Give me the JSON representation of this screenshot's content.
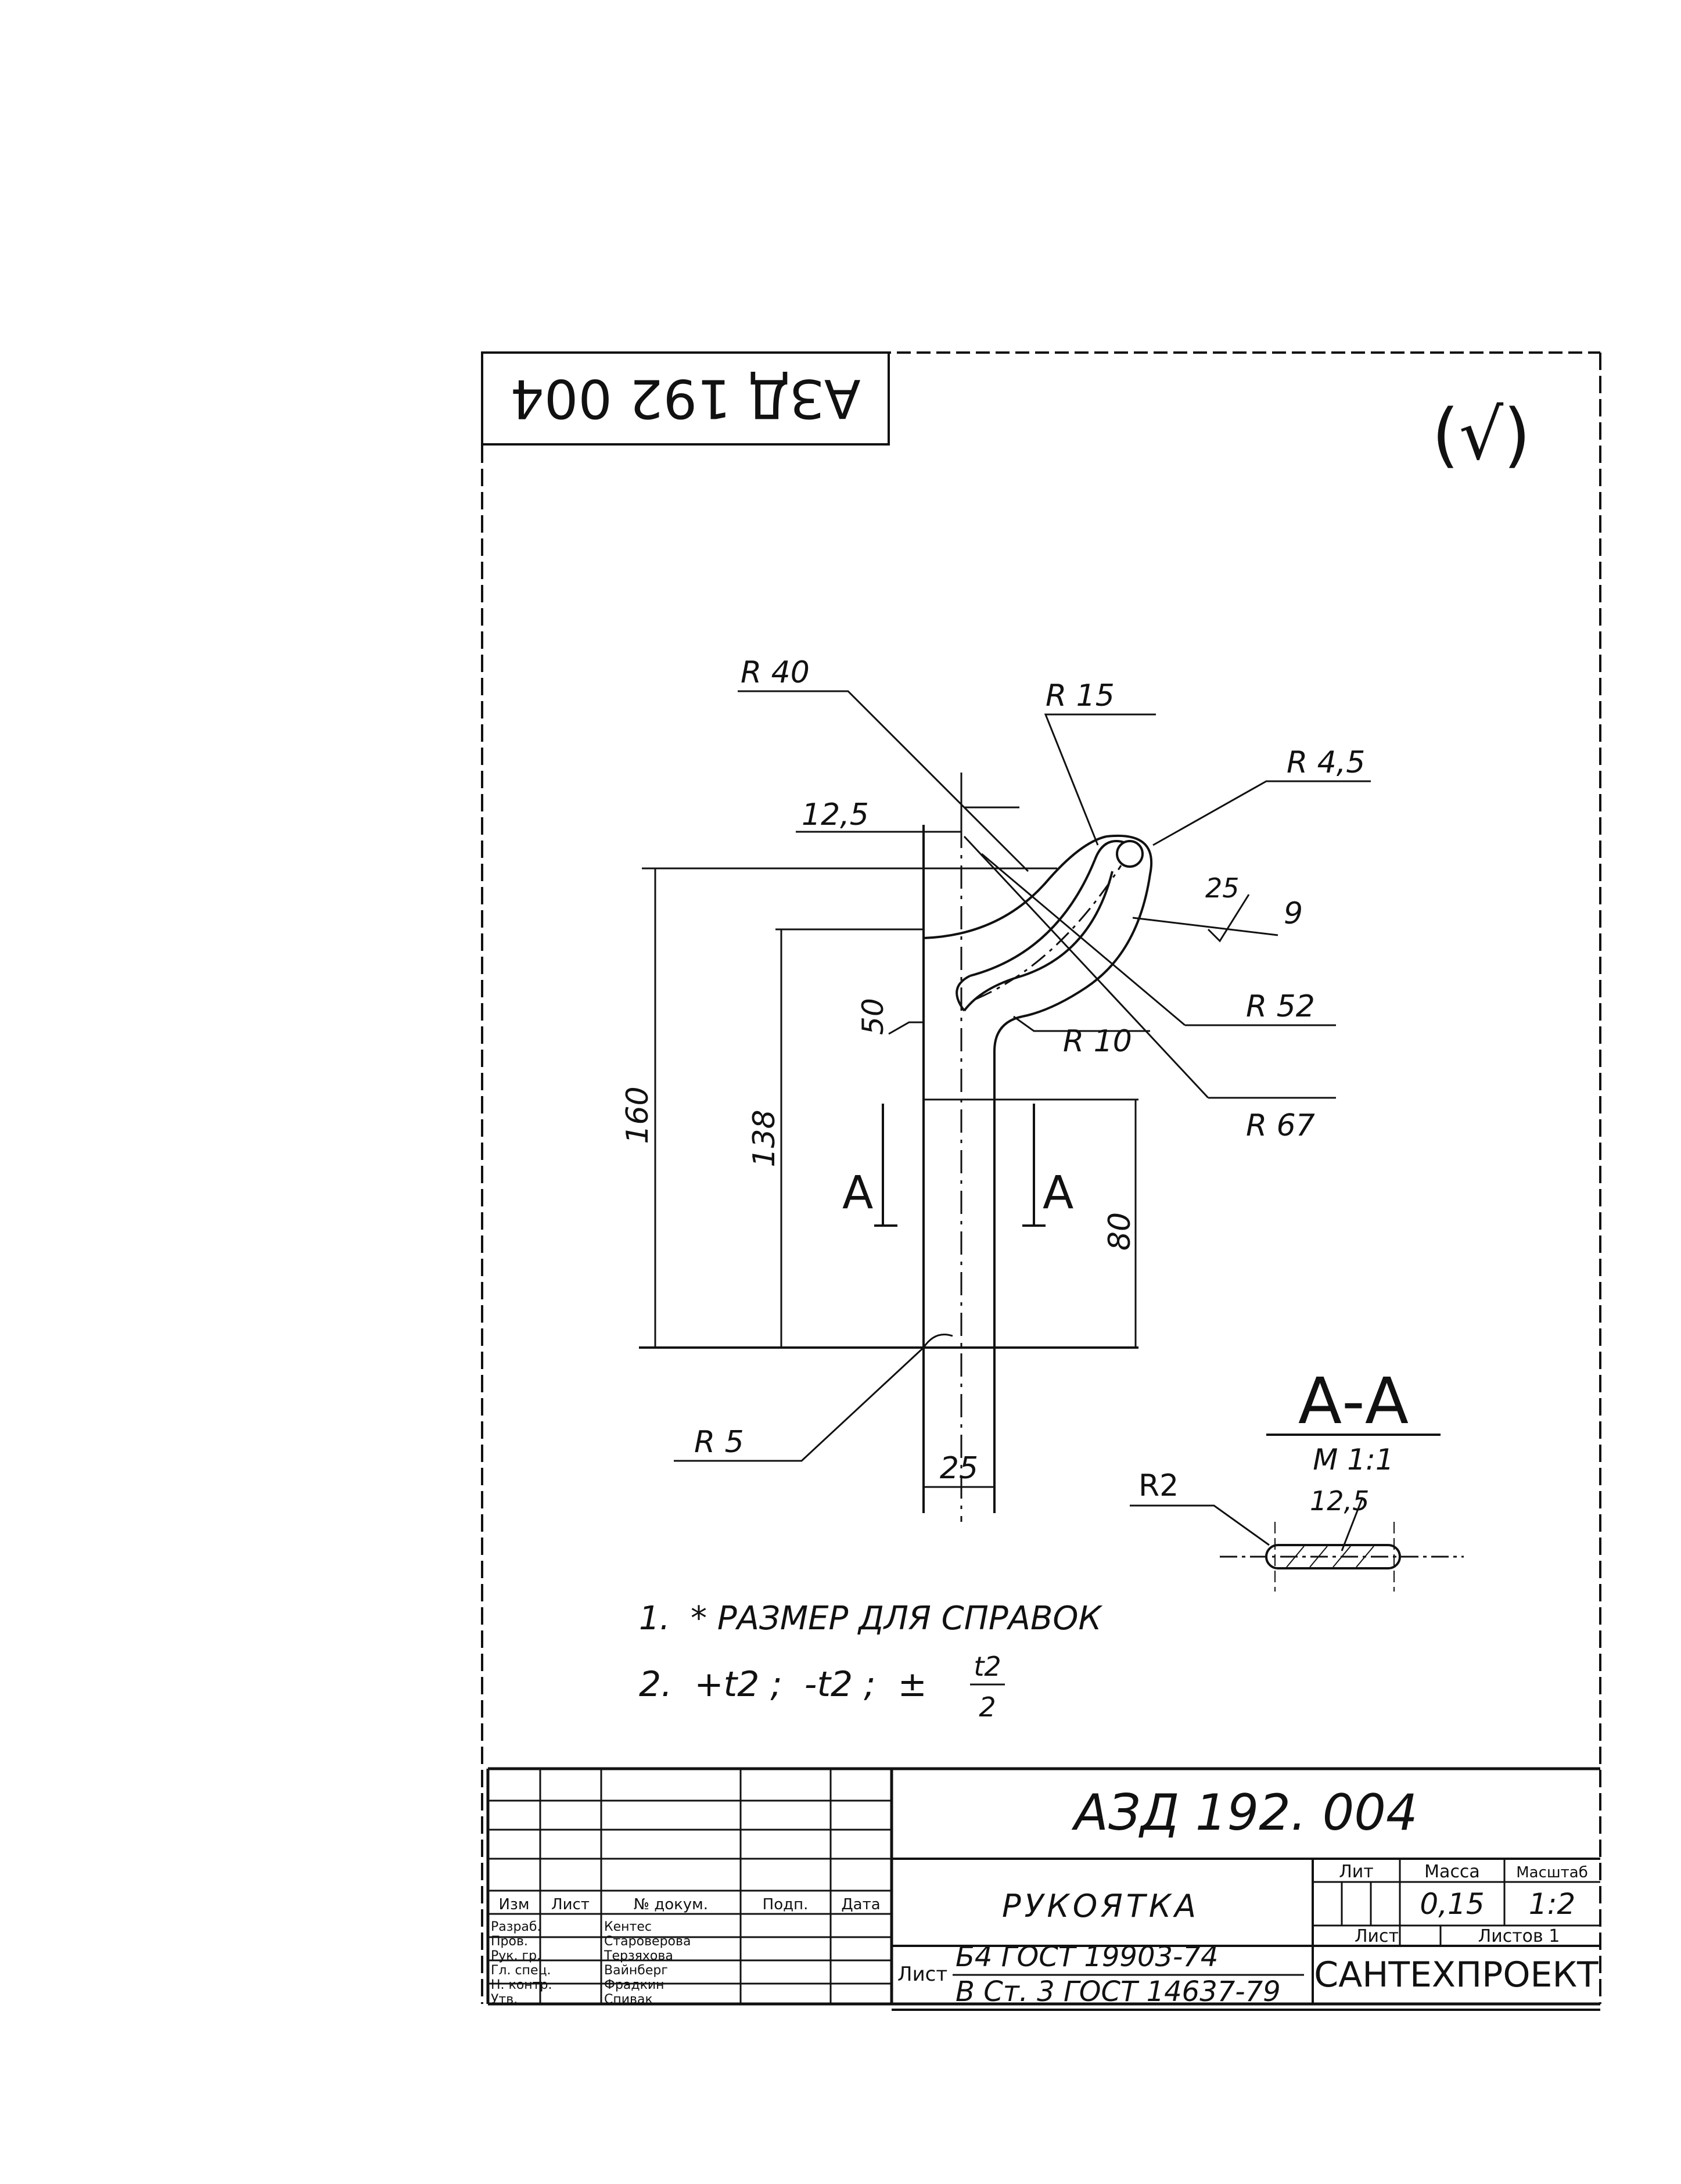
{
  "stamp_code_rotated": "АЗД 192 004",
  "mark": "(√)",
  "drawing": {
    "radii": {
      "r40": "R 40",
      "r15": "R 15",
      "r45": "R 4,5",
      "r52": "R 52",
      "r67": "R 67",
      "r10": "R 10",
      "r5": "R 5",
      "r2": "R2"
    },
    "dims": {
      "d12_5": "12,5",
      "d160": "160",
      "d138": "138",
      "d80": "80",
      "d25": "25",
      "d50": "50",
      "angle": "25",
      "rough_9": "9",
      "sec_12_5": "12,5"
    },
    "section_marker": "А",
    "section_title": "А-А",
    "section_scale": "М 1:1"
  },
  "notes": [
    "1.  * РАЗМЕР ДЛЯ СПРАВОК",
    "2.  +t2 ;  -t2 ;  ±"
  ],
  "note_frac": {
    "num": "t2",
    "den": "2"
  },
  "title_block": {
    "designation": "АЗД 192. 004",
    "name": "РУКОЯТКА",
    "material_line1": "Б4 ГОСТ 19903-74",
    "material_line2": "В Ст. 3 ГОСТ 14637-79",
    "material_prefix": "Лист",
    "organization": "САНТЕХПРОЕКТ",
    "col_lit": "Лит",
    "col_mass": "Масса",
    "col_scale": "Масштаб",
    "mass": "0,15",
    "scale": "1:2",
    "sheet_label": "Лист",
    "sheets_label": "Листов 1",
    "header_cols": [
      "Изм",
      "Лист",
      "№ докум.",
      "Подп.",
      "Дата"
    ],
    "roles": [
      {
        "role": "Разраб.",
        "name": "Кентес"
      },
      {
        "role": "Пров.",
        "name": "Староверова"
      },
      {
        "role": "Рук. гр.",
        "name": "Терзяхова"
      },
      {
        "role": "Гл. спец.",
        "name": "Вайнберг"
      },
      {
        "role": "Н. контр.",
        "name": "Фрадкин"
      },
      {
        "role": "Утв.",
        "name": "Спивак"
      }
    ]
  }
}
